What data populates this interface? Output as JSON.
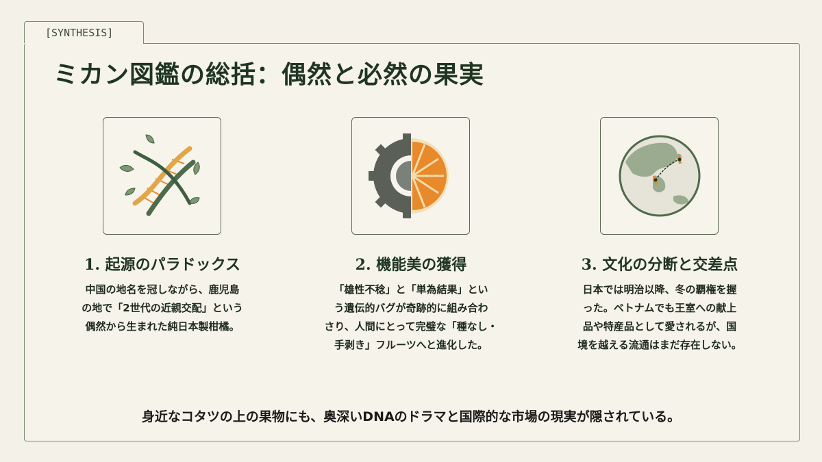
{
  "tag": "[SYNTHESIS]",
  "title": "ミカン図鑑の総括：偶然と必然の果実",
  "steps": [
    {
      "title": "1. 起源のパラドックス",
      "icon": "dna-vine-icon",
      "lines": [
        "中国の地名を冠しながら、鹿児島",
        "の地で「2世代の近親交配」という",
        "偶然から生まれた純日本製柑橘。"
      ]
    },
    {
      "title": "2. 機能美の獲得",
      "icon": "gear-orange-icon",
      "lines": [
        "「雄性不稔」と「単為結果」とい",
        "う遺伝的バグが奇跡的に組み合わ",
        "さり、人間にとって完璧な「種なし・",
        "手剥き」フルーツへと進化した。"
      ]
    },
    {
      "title": "3. 文化の分断と交差点",
      "icon": "globe-route-icon",
      "lines": [
        "日本では明治以降、冬の覇権を握",
        "った。ベトナムでも王室への献上",
        "品や特産品として愛されるが、国",
        "境を越える流通はまだ存在しない。"
      ]
    }
  ],
  "footer": "身近なコタツの上の果物にも、奥深いDNAのドラマと国際的な市場の現実が隠されている。",
  "colors": {
    "dark_green": "#1f3522",
    "leaf": "#7f9a72",
    "orange": "#e8892b",
    "border": "#7a8a70"
  }
}
